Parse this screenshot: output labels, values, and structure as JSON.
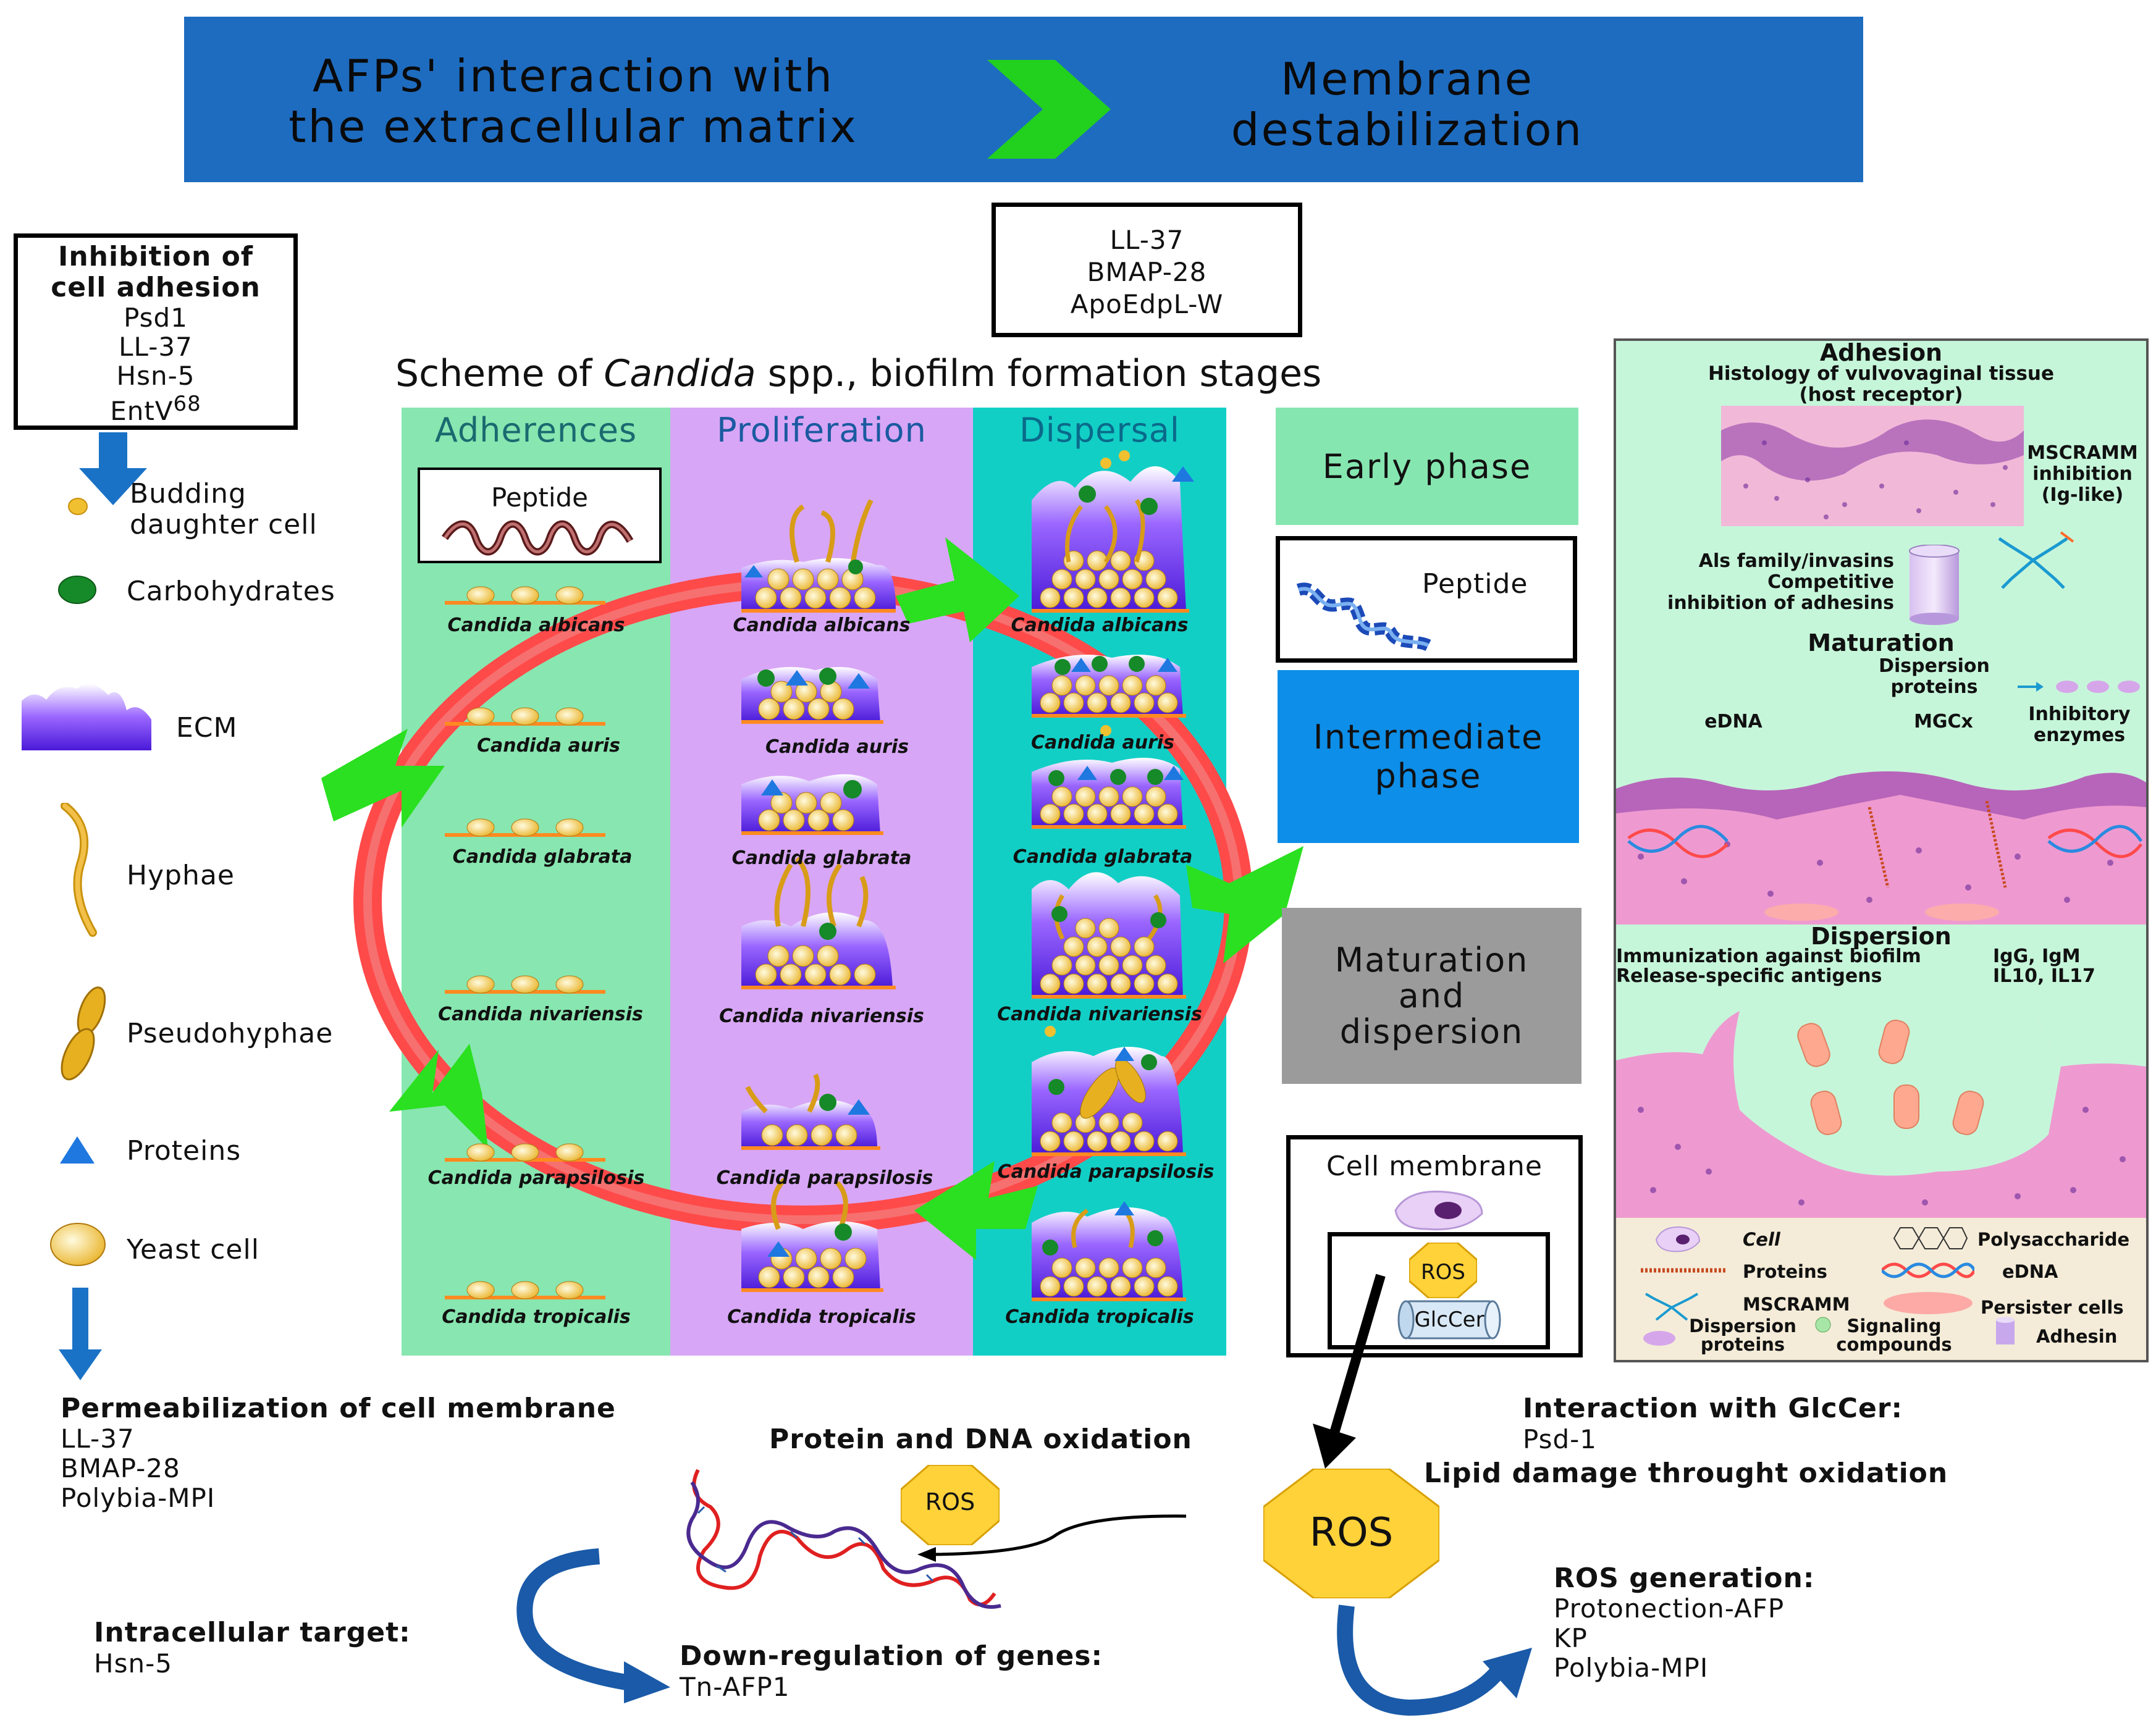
{
  "banner": {
    "left_line1": "AFPs' interaction with",
    "left_line2": "the extracellular matrix",
    "right_line1": "Membrane",
    "right_line2": "destabilization",
    "bg_color": "#1e6cc0",
    "arrow_color": "#22d01e"
  },
  "inhibition_box": {
    "title_line1": "Inhibition of",
    "title_line2": "cell adhesion",
    "items": [
      "Psd1",
      "LL-37",
      "Hsn-5",
      "EntV"
    ],
    "superscript": "68"
  },
  "center_box": {
    "items": [
      "LL-37",
      "BMAP-28",
      "ApoEdpL-W"
    ]
  },
  "scheme_title": {
    "prefix": "Scheme of ",
    "italic": "Candida",
    "suffix": " spp., biofilm formation stages"
  },
  "columns": {
    "adherences": "Adherences",
    "proliferation": "Proliferation",
    "dispersal": "Dispersal"
  },
  "peptide_box_label": "Peptide",
  "species": [
    "Candida albicans",
    "Candida auris",
    "Candida glabrata",
    "Candida nivariensis",
    "Candida parapsilosis",
    "Candida tropicalis"
  ],
  "legend": [
    {
      "icon": "budding-daughter-cell-icon",
      "line1": "Budding",
      "line2": "daughter cell"
    },
    {
      "icon": "carbohydrate-icon",
      "line1": "Carbohydrates"
    },
    {
      "icon": "ecm-icon",
      "line1": "ECM"
    },
    {
      "icon": "hyphae-icon",
      "line1": "Hyphae"
    },
    {
      "icon": "pseudohyphae-icon",
      "line1": "Pseudohyphae"
    },
    {
      "icon": "protein-icon",
      "line1": "Proteins"
    },
    {
      "icon": "yeast-cell-icon",
      "line1": "Yeast cell"
    }
  ],
  "phases": {
    "early": "Early phase",
    "peptide": "Peptide",
    "intermediate_line1": "Intermediate",
    "intermediate_line2": "phase",
    "maturation_line1": "Maturation",
    "maturation_line2": "and",
    "maturation_line3": "dispersion",
    "early_color": "#86e6b0",
    "intermediate_color": "#0d8ee8",
    "maturation_color": "#9b9b9b"
  },
  "membrane_box": {
    "title": "Cell membrane",
    "ros": "ROS",
    "glccer": "GlcCer"
  },
  "right_panel": {
    "adhesion": {
      "title": "Adhesion",
      "subtitle_line1": "Histology of vulvovaginal tissue",
      "subtitle_line2": "(host receptor)",
      "mscramm_line1": "MSCRAMM",
      "mscramm_line2": "inhibition",
      "mscramm_line3": "(Ig-like)",
      "als_line1": "Als family/invasins",
      "als_line2": "Competitive",
      "als_line3": "inhibition of adhesins"
    },
    "maturation": {
      "title": "Maturation",
      "dispersion_line1": "Dispersion",
      "dispersion_line2": "proteins",
      "edna": "eDNA",
      "mgcx": "MGCx",
      "inhibitory_line1": "Inhibitory",
      "inhibitory_line2": "enzymes"
    },
    "dispersion": {
      "title": "Dispersion",
      "immun_line1": "Immunization against biofilm",
      "immun_line2": "Release-specific antigens",
      "ig_line1": "IgG, IgM",
      "ig_line2": "IL10, IL17"
    },
    "legend": {
      "cell": "Cell",
      "polysaccharide": "Polysaccharide",
      "proteins": "Proteins",
      "edna": "eDNA",
      "mscramm": "MSCRAMM",
      "persister": "Persister cells",
      "dispersion_line1": "Dispersion",
      "dispersion_line2": "proteins",
      "signaling_line1": "Signaling",
      "signaling_line2": "compounds",
      "adhesin": "Adhesin"
    }
  },
  "bottom": {
    "permeabilization": {
      "title": "Permeabilization of cell membrane",
      "items": [
        "LL-37",
        "BMAP-28",
        "Polybia-MPI"
      ]
    },
    "protein_dna": {
      "title": "Protein and DNA oxidation",
      "ros": "ROS"
    },
    "intracellular": {
      "title": "Intracellular target:",
      "items": [
        "Hsn-5"
      ]
    },
    "downregulation": {
      "title": "Down-regulation of genes:",
      "items": [
        "Tn-AFP1"
      ]
    },
    "glccer_interaction": {
      "title": "Interaction with GlcCer:",
      "items": [
        "Psd-1"
      ]
    },
    "lipid_damage": {
      "title": "Lipid damage throught oxidation"
    },
    "ros_big": "ROS",
    "ros_generation": {
      "title": "ROS generation:",
      "items": [
        "Protonection-AFP",
        "KP",
        "Polybia-MPI"
      ]
    }
  }
}
